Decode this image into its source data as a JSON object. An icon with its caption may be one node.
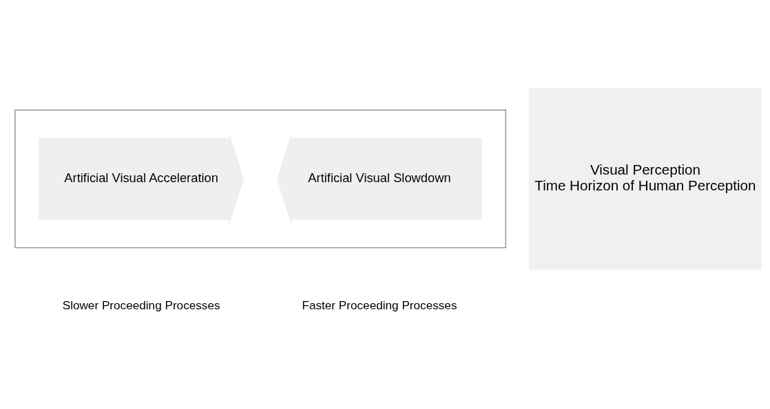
{
  "diagram": {
    "nodes": [
      {
        "text": [],
        "shape": "box"
      },
      {
        "text": [
          "Artificial Visual Acceleration"
        ],
        "in": 0
      },
      {
        "text": [
          "Artificial Visual Slowdown"
        ],
        "in": 0
      },
      {
        "text": [
          "Visual Perception",
          "Time Horizon of Human Perception"
        ]
      }
    ],
    "labels": [
      "Slower Proceeding Processes",
      "Faster Proceeding Processes"
    ]
  }
}
